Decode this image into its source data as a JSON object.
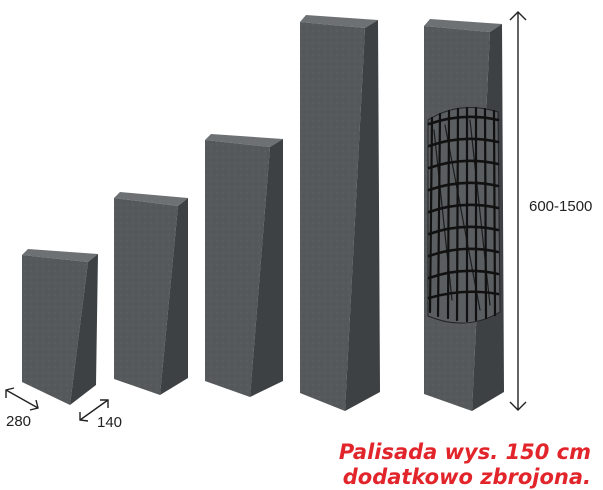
{
  "dimensions": {
    "width": "280",
    "depth": "140",
    "height_range": "600-1500"
  },
  "note": {
    "line1": "Palisada wys. 150 cm",
    "line2": "dodatkowo zbrojona."
  },
  "colors": {
    "concrete_front": "#55595b",
    "concrete_side": "#3d4143",
    "concrete_top": "#6d7173",
    "rebar": "#111111",
    "note_text": "#e2252b"
  }
}
